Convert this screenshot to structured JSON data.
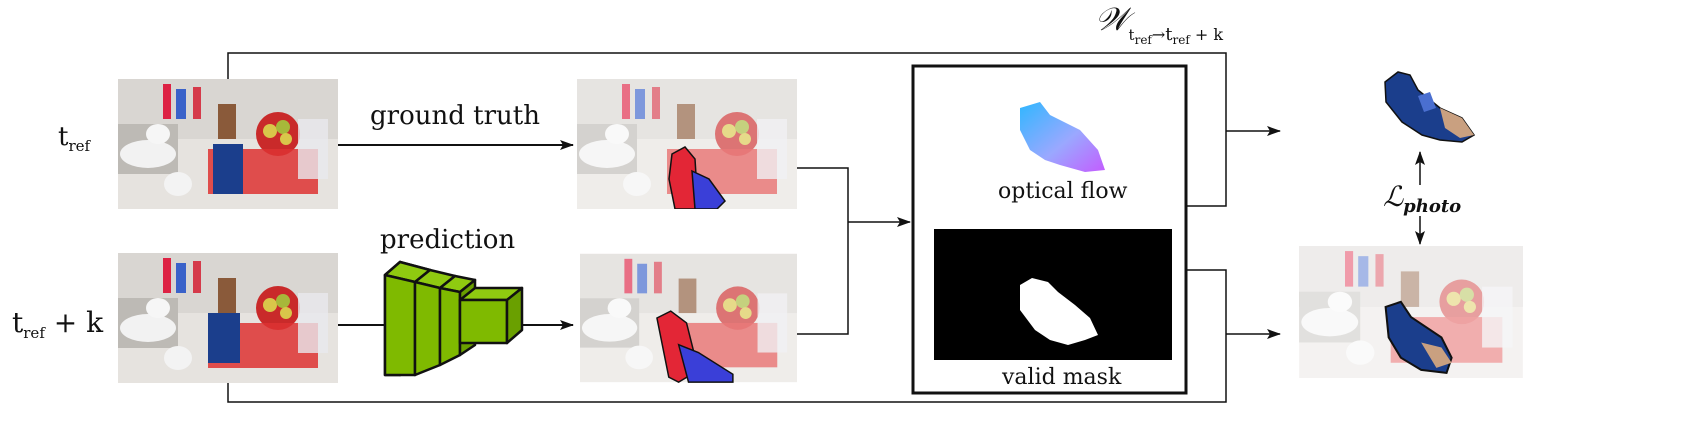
{
  "labels": {
    "t_ref_main": "t",
    "t_ref_sub": "ref",
    "t_refk_main": "t",
    "t_refk_sub": "ref",
    "t_refk_suffix": " + k",
    "ground_truth": "ground truth",
    "prediction": "prediction",
    "optical_flow": "optical flow",
    "valid_mask": "valid mask",
    "warp_symbol": "𝒲",
    "warp_sub_a": "t",
    "warp_sub_a_ref": "ref",
    "warp_arrow": "→",
    "warp_sub_b": "t",
    "warp_sub_b_ref": "ref",
    "warp_sub_b_suffix": " + k",
    "loss_symbol": "ℒ",
    "loss_sub": "photo"
  },
  "colors": {
    "line": "#111111",
    "network_green": "#7fba00",
    "mask_red": "#e32636",
    "mask_blue": "#3a3fd8",
    "flow_cyan": "#2fb7ff",
    "flow_magenta": "#c35cff",
    "mask_black": "#000000",
    "mask_white": "#ffffff"
  }
}
